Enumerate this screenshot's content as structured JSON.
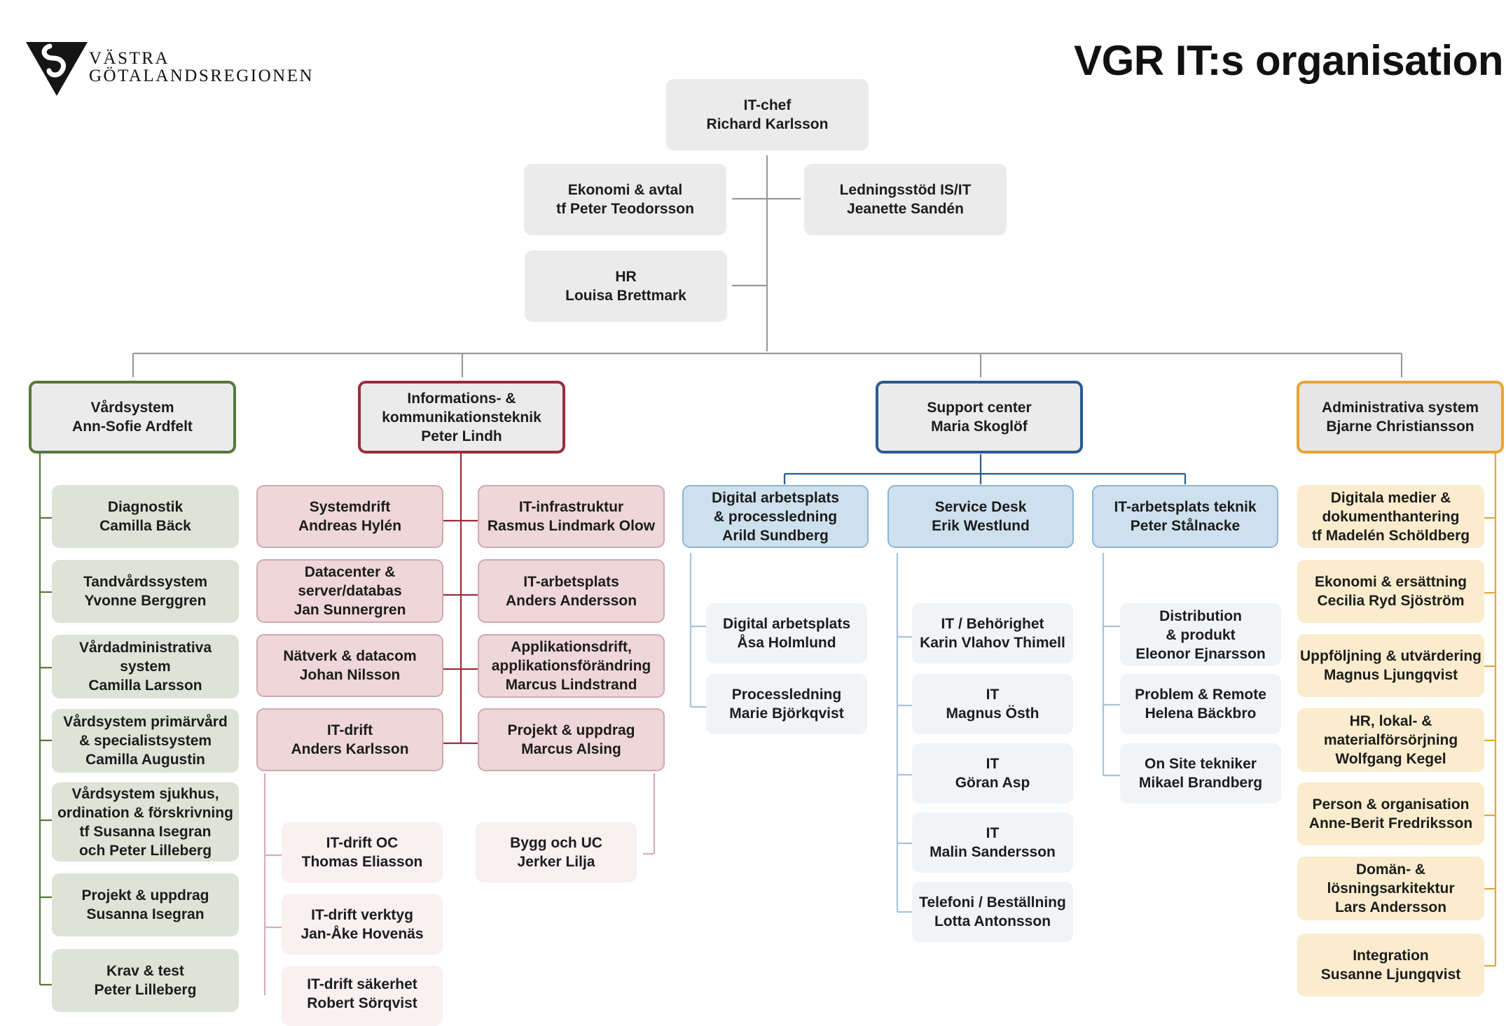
{
  "header": {
    "logo_line1": "VÄSTRA",
    "logo_line2": "GÖTALANDSREGIONEN",
    "title": "VGR IT:s organisation"
  },
  "top": {
    "chef": {
      "title": "IT-chef",
      "name": "Richard Karlsson"
    },
    "ekonomi": {
      "title": "Ekonomi & avtal",
      "name": "tf Peter Teodorsson"
    },
    "ledning": {
      "title": "Ledningsstöd IS/IT",
      "name": "Jeanette Sandén"
    },
    "hr": {
      "title": "HR",
      "name": "Louisa Brettmark"
    }
  },
  "departments": {
    "vardsystem": {
      "head": [
        "Vårdsystem",
        "Ann-Sofie Ardfelt"
      ],
      "units": [
        [
          "Diagnostik",
          "Camilla Bäck"
        ],
        [
          "Tandvårdssystem",
          "Yvonne Berggren"
        ],
        [
          "Vårdadministrativa",
          "system",
          "Camilla Larsson"
        ],
        [
          "Vårdsystem primärvård",
          "& specialistsystem",
          "Camilla Augustin"
        ],
        [
          "Vårdsystem sjukhus,",
          "ordination & förskrivning",
          "tf Susanna Isegran",
          "och Peter Lilleberg"
        ],
        [
          "Projekt & uppdrag",
          "Susanna Isegran"
        ],
        [
          "Krav & test",
          "Peter Lilleberg"
        ]
      ]
    },
    "ikt": {
      "head": [
        "Informations- &",
        "kommunikationsteknik",
        "Peter Lindh"
      ],
      "left_units": [
        [
          "Systemdrift",
          "Andreas Hylén"
        ],
        [
          "Datacenter &",
          "server/databas",
          "Jan Sunnergren"
        ],
        [
          "Nätverk & datacom",
          "Johan Nilsson"
        ],
        [
          "IT-drift",
          "Anders Karlsson"
        ]
      ],
      "right_units": [
        [
          "IT-infrastruktur",
          "Rasmus Lindmark Olow"
        ],
        [
          "IT-arbetsplats",
          "Anders Andersson"
        ],
        [
          "Applikationsdrift,",
          "applikationsförändring",
          "Marcus Lindstrand"
        ],
        [
          "Projekt & uppdrag",
          "Marcus Alsing"
        ]
      ],
      "itdrift_subunits": [
        [
          "IT-drift OC",
          "Thomas Eliasson"
        ],
        [
          "IT-drift verktyg",
          "Jan-Åke Hovenäs"
        ],
        [
          "IT-drift säkerhet",
          "Robert Sörqvist"
        ]
      ],
      "projekt_subunits": [
        [
          "Bygg och UC",
          "Jerker Lilja"
        ]
      ]
    },
    "support": {
      "head": [
        "Support center",
        "Maria Skoglöf"
      ],
      "groups": [
        {
          "head": [
            "Digital arbetsplats",
            "& processledning",
            "Arild Sundberg"
          ],
          "units": [
            [
              "Digital arbetsplats",
              "Åsa Holmlund"
            ],
            [
              "Processledning",
              "Marie Björkqvist"
            ]
          ]
        },
        {
          "head": [
            "Service Desk",
            "Erik Westlund"
          ],
          "units": [
            [
              "IT / Behörighet",
              "Karin Vlahov Thimell"
            ],
            [
              "IT",
              "Magnus Östh"
            ],
            [
              "IT",
              "Göran Asp"
            ],
            [
              "IT",
              "Malin Sandersson"
            ],
            [
              "Telefoni / Beställning",
              "Lotta Antonsson"
            ]
          ]
        },
        {
          "head": [
            "IT-arbetsplats teknik",
            "Peter Stålnacke"
          ],
          "units": [
            [
              "Distribution",
              "& produkt",
              "Eleonor Ejnarsson"
            ],
            [
              "Problem & Remote",
              "Helena Bäckbro"
            ],
            [
              "On Site tekniker",
              "Mikael Brandberg"
            ]
          ]
        }
      ]
    },
    "admin": {
      "head": [
        "Administrativa system",
        "Bjarne Christiansson"
      ],
      "units": [
        [
          "Digitala medier &",
          "dokumenthantering",
          "tf Madelén Schöldberg"
        ],
        [
          "Ekonomi & ersättning",
          "Cecilia Ryd Sjöström"
        ],
        [
          "Uppföljning & utvärdering",
          "Magnus Ljungqvist"
        ],
        [
          "HR, lokal- &",
          "materialförsörjning",
          "Wolfgang Kegel"
        ],
        [
          "Person & organisation",
          "Anne-Berit Fredriksson"
        ],
        [
          "Domän- &",
          "lösningsarkitektur",
          "Lars Andersson"
        ],
        [
          "Integration",
          "Susanne Ljungqvist"
        ]
      ]
    }
  },
  "colors": {
    "vardsystem": "#56783a",
    "ikt": "#992c3c",
    "support": "#2b5a8d",
    "admin": "#e8a530",
    "connector": "#9a9a9a"
  }
}
